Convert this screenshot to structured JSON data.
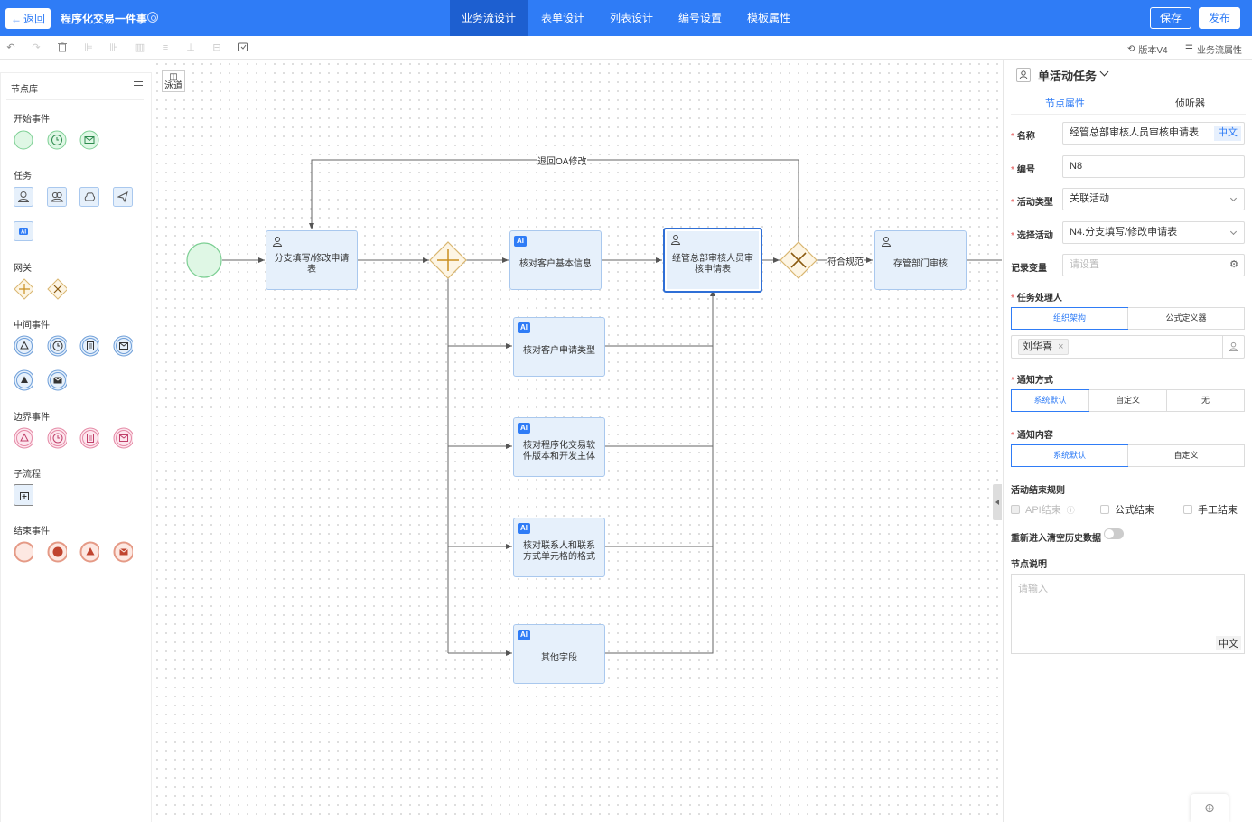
{
  "header": {
    "back_label": "返回",
    "app_title": "程序化交易一件事",
    "tabs": [
      {
        "label": "业务流设计",
        "active": true
      },
      {
        "label": "表单设计",
        "active": false
      },
      {
        "label": "列表设计",
        "active": false
      },
      {
        "label": "编号设置",
        "active": false
      },
      {
        "label": "模板属性",
        "active": false
      }
    ],
    "save_label": "保存",
    "publish_label": "发布",
    "accent_color": "#2f7cf6"
  },
  "toolbar": {
    "version_label": "版本V4",
    "flow_props_label": "业务流属性"
  },
  "palette": {
    "title": "节点库",
    "sections": {
      "start": "开始事件",
      "task": "任务",
      "gateway": "网关",
      "intermediate": "中间事件",
      "boundary": "边界事件",
      "subprocess": "子流程",
      "end": "结束事件"
    }
  },
  "canvas": {
    "lane_label": "泳道",
    "nodes": {
      "branch_fill": "分支填写/修改申请表",
      "verify_customer": "核对客户基本信息",
      "verify_type": "核对客户申请类型",
      "verify_software": "核对程序化交易软件版本和开发主体",
      "verify_contact": "核对联系人和联系方式单元格的格式",
      "other_fields": "其他字段",
      "hq_review": "经管总部审核人员审核申请表",
      "custody_review": "存管部门审核"
    },
    "edges": {
      "return_oa": "退回OA修改",
      "compliant": "符合规范"
    }
  },
  "panel": {
    "header_title": "单活动任务",
    "tabs": {
      "node_props": "节点属性",
      "listener": "侦听器"
    },
    "fields": {
      "name_label": "名称",
      "name_value": "经管总部审核人员审核申请表",
      "lang_tag": "中文",
      "code_label": "编号",
      "code_value": "N8",
      "activity_type_label": "活动类型",
      "activity_type_value": "关联活动",
      "select_activity_label": "选择活动",
      "select_activity_value": "N4.分支填写/修改申请表",
      "record_var_label": "记录变量",
      "record_var_placeholder": "请设置",
      "assignee_label": "任务处理人",
      "assignee_tabs": [
        "组织架构",
        "公式定义器"
      ],
      "assignee_tag": "刘华喜",
      "notify_method_label": "通知方式",
      "notify_method_options": [
        "系统默认",
        "自定义",
        "无"
      ],
      "notify_content_label": "通知内容",
      "notify_content_options": [
        "系统默认",
        "自定义"
      ],
      "end_rule_label": "活动结束规则",
      "end_rule_api": "API结束",
      "end_rule_formula": "公式结束",
      "end_rule_manual": "手工结束",
      "reenter_label": "重新进入清空历史数据",
      "node_desc_label": "节点说明",
      "node_desc_placeholder": "请输入",
      "desc_lang_tag": "中文"
    }
  }
}
